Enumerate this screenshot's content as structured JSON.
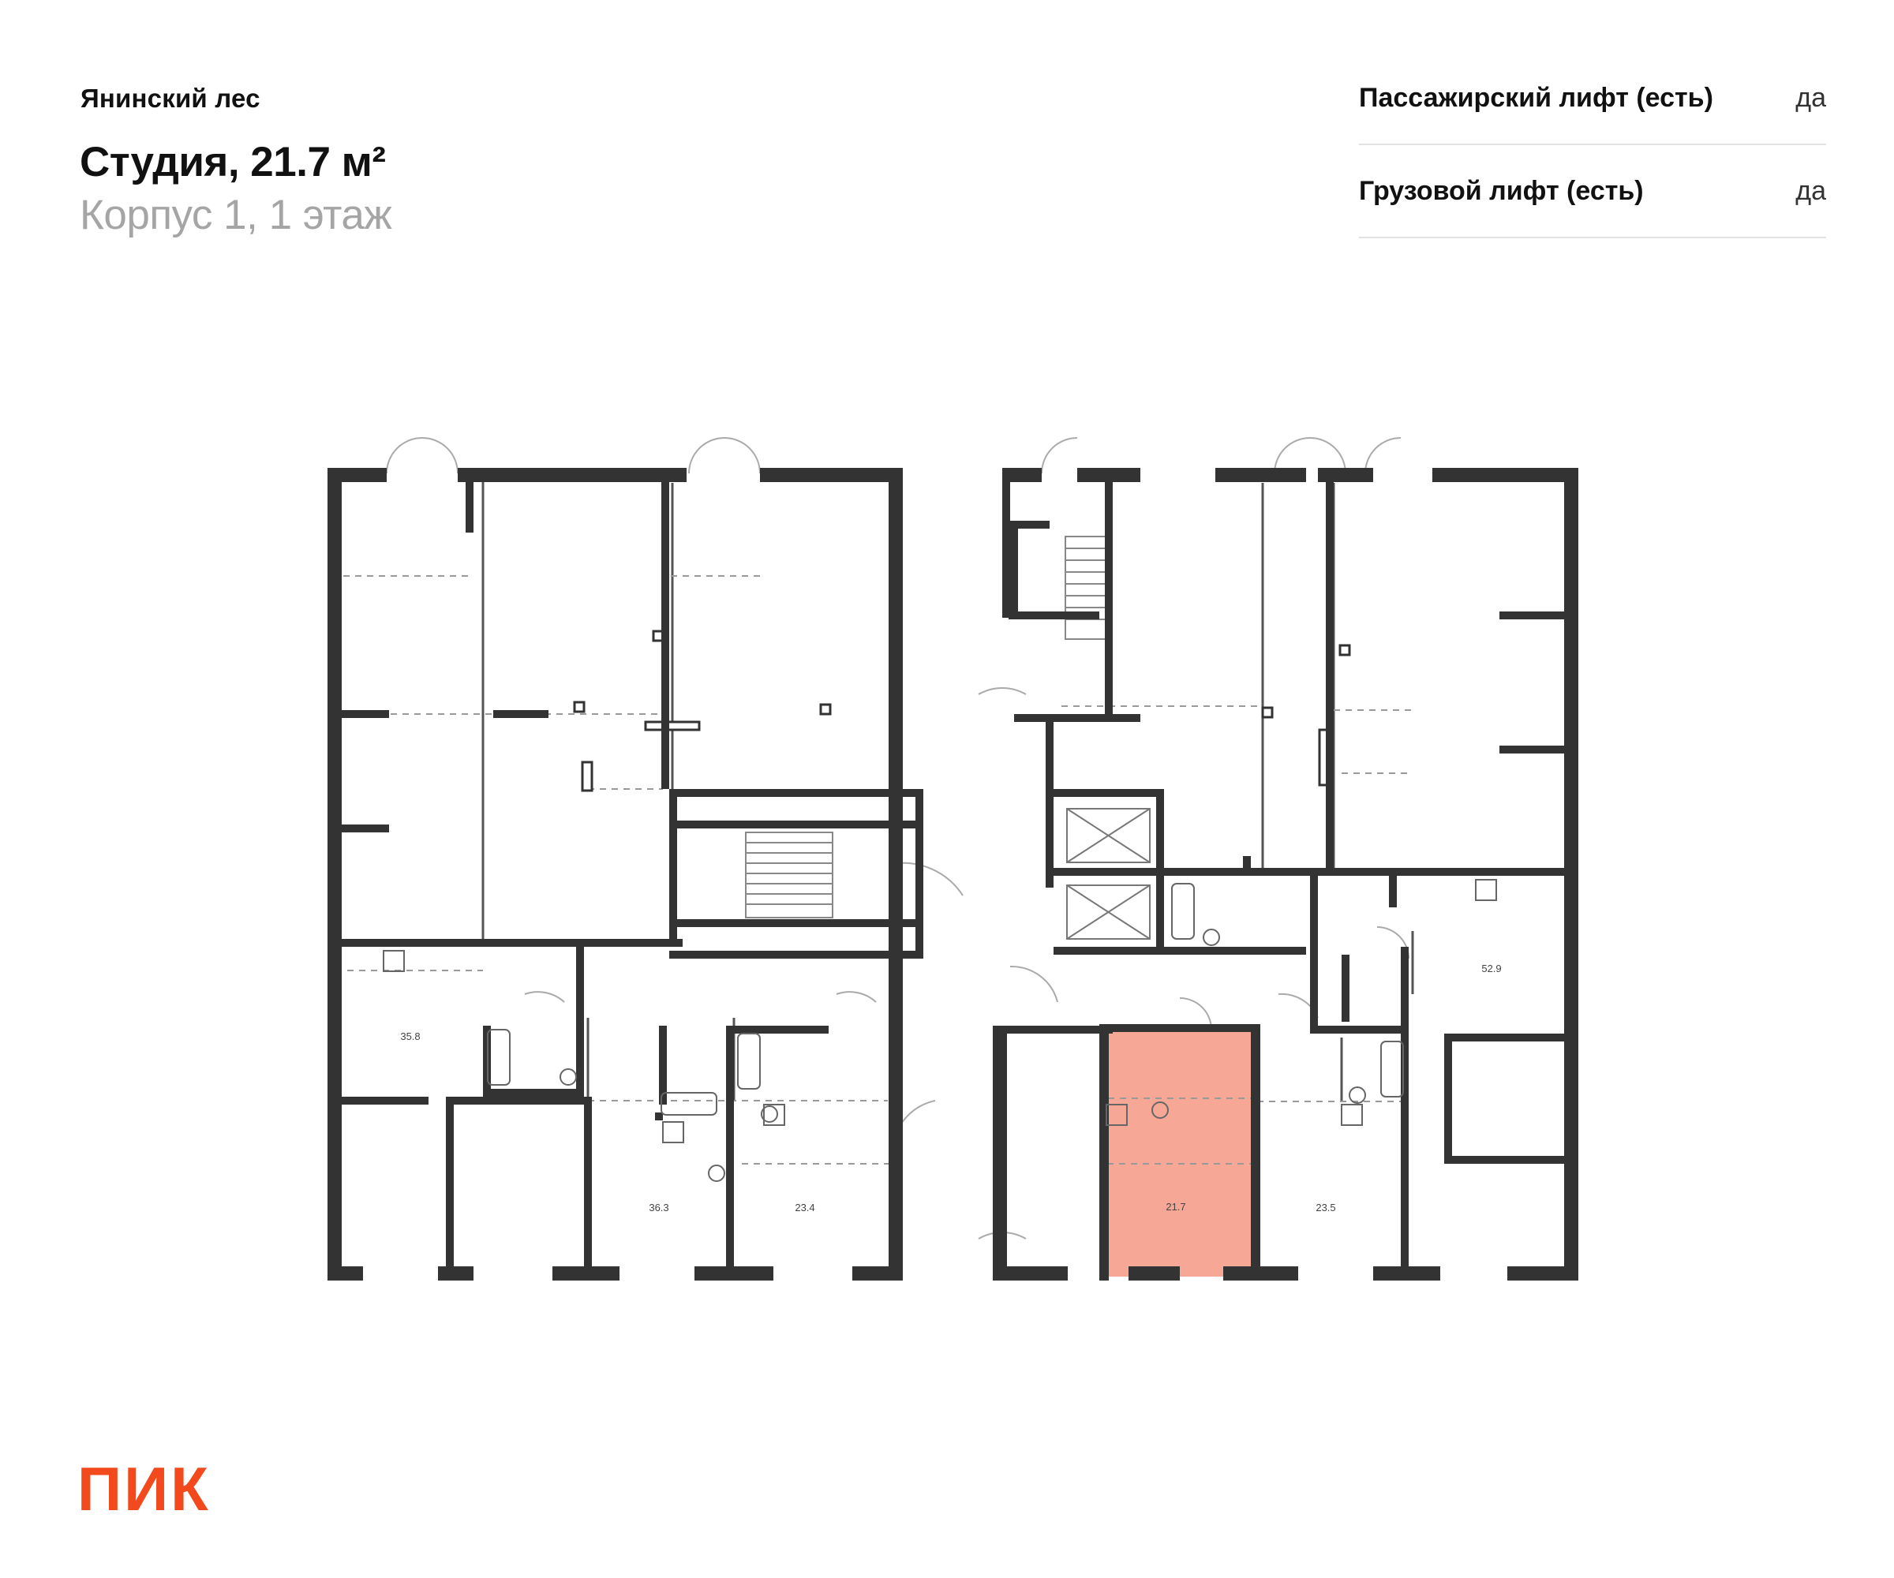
{
  "header": {
    "project": "Янинский лес",
    "title": "Студия, 21.7 м²",
    "subtitle": "Корпус 1, 1 этаж"
  },
  "features": [
    {
      "label": "Пассажирский лифт (есть)",
      "value": "да"
    },
    {
      "label": "Грузовой лифт (есть)",
      "value": "да"
    }
  ],
  "plan": {
    "highlight_color": "#f0502d",
    "apartments": [
      {
        "area": "35.8"
      },
      {
        "area": "36.3"
      },
      {
        "area": "23.4"
      },
      {
        "area": "21.7",
        "selected": true
      },
      {
        "area": "23.5"
      },
      {
        "area": "52.9"
      }
    ]
  },
  "logo": {
    "text": "ПИК",
    "color": "#f24a1c"
  }
}
